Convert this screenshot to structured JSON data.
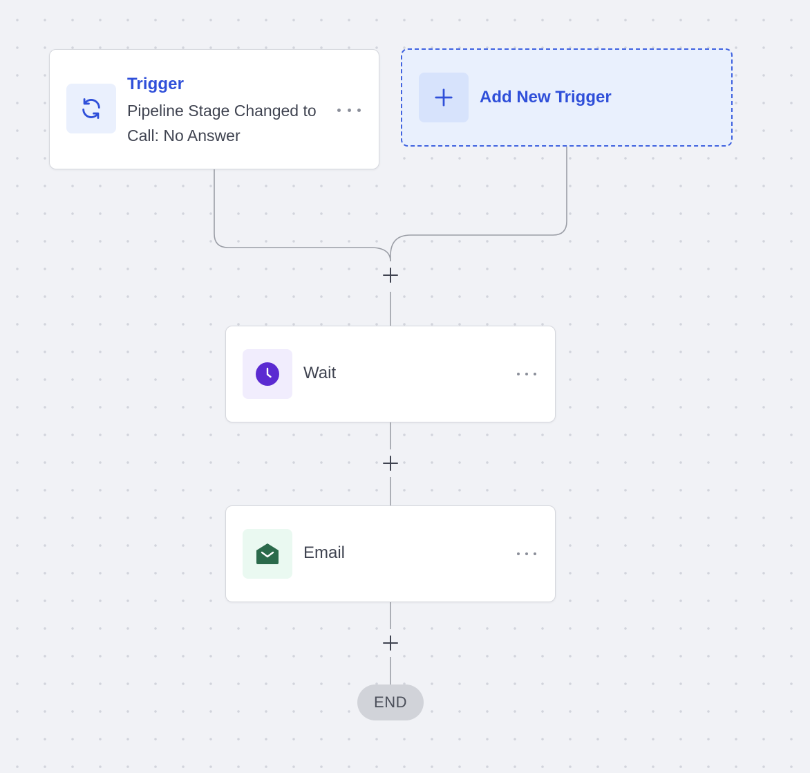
{
  "trigger": {
    "title": "Trigger",
    "description": "Pipeline Stage Changed to Call: No Answer",
    "icon": "refresh-icon"
  },
  "add_trigger": {
    "label": "Add New Trigger",
    "icon": "plus-icon"
  },
  "steps": [
    {
      "label": "Wait",
      "icon": "clock-icon"
    },
    {
      "label": "Email",
      "icon": "envelope-open-icon"
    }
  ],
  "end": {
    "label": "END"
  },
  "colors": {
    "accent_blue": "#2f4fd9",
    "wait_purple": "#5b2bd1",
    "email_green": "#2b6a4b",
    "connector": "#9b9ea6"
  }
}
